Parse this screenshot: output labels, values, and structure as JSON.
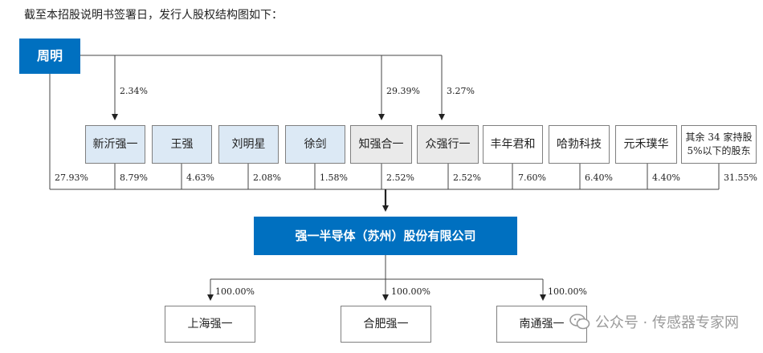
{
  "intro_text": "截至本招股说明书签署日，发行人股权结构图如下：",
  "controller": {
    "name": "周明"
  },
  "controller_links": {
    "xinyi": "2.34%",
    "zhiqiang": "29.39%",
    "zhongqiang": "3.27%"
  },
  "shareholders": [
    {
      "name": "新沂强一",
      "pct": "8.79%"
    },
    {
      "name": "王强",
      "pct": "4.63%"
    },
    {
      "name": "刘明星",
      "pct": "2.08%"
    },
    {
      "name": "徐剑",
      "pct": "1.58%"
    },
    {
      "name": "知强合一",
      "pct": "2.52%"
    },
    {
      "name": "众强行一",
      "pct": "2.52%"
    },
    {
      "name": "丰年君和",
      "pct": "7.60%"
    },
    {
      "name": "哈勃科技",
      "pct": "6.40%"
    },
    {
      "name": "元禾璞华",
      "pct": "4.40%"
    },
    {
      "name": "其余 34 家持股 5%以下的股东",
      "line1": "其余 34 家持股",
      "line2": "5%以下的股东",
      "pct": "31.55%"
    }
  ],
  "controller_direct_pct": "27.93%",
  "company": {
    "name": "强一半导体（苏州）股份有限公司"
  },
  "subsidiaries": [
    {
      "name": "上海强一",
      "pct": "100.00%"
    },
    {
      "name": "合肥强一",
      "pct": "100.00%"
    },
    {
      "name": "南通强一",
      "pct": "100.00%"
    }
  ],
  "watermark": {
    "text": "公众号 · 传感器专家网",
    "icon": "wechat-icon"
  }
}
